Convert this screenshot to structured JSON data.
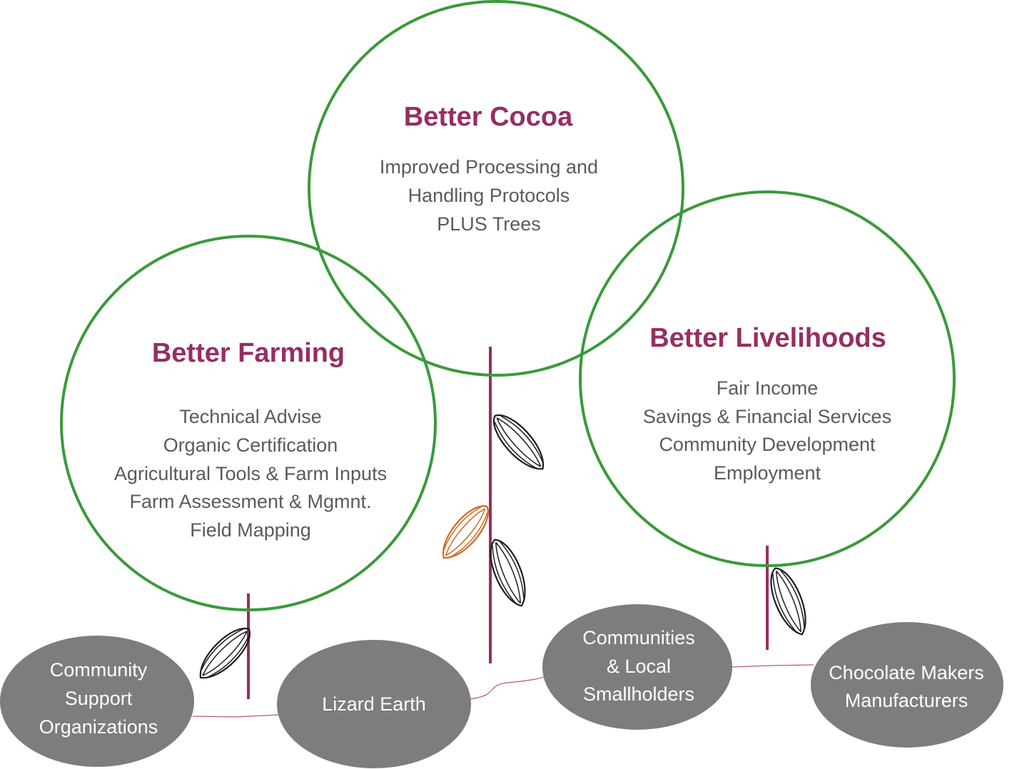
{
  "colors": {
    "circle_stroke": "#3a9a3a",
    "title": "#962e63",
    "item_text": "#5a5a5a",
    "stem": "#962e63",
    "connector": "#b45a7a",
    "node_fill": "#7d7d7d",
    "node_text": "#ffffff",
    "pod_dark": "#1e1e1e",
    "pod_orange": "#cc6a22"
  },
  "circles": {
    "cocoa": {
      "title": "Better Cocoa",
      "items": [
        "Improved Processing and",
        "Handling Protocols",
        "PLUS Trees"
      ]
    },
    "farming": {
      "title": "Better Farming",
      "items": [
        "Technical Advise",
        "Organic Certification",
        "Agricultural Tools & Farm Inputs",
        "Farm Assessment & Mgmnt.",
        "Field Mapping"
      ]
    },
    "livelihoods": {
      "title": "Better Livelihoods",
      "items": [
        "Fair Income",
        "Savings & Financial Services",
        "Community Development",
        "Employment"
      ]
    }
  },
  "nodes": {
    "community_support": {
      "lines": [
        "Community",
        "Support",
        "Organizations"
      ]
    },
    "lizard_earth": {
      "lines": [
        "Lizard Earth"
      ]
    },
    "communities": {
      "lines": [
        "Communities",
        "& Local",
        "Smallholders"
      ]
    },
    "chocolate": {
      "lines": [
        "Chocolate Makers",
        "Manufacturers"
      ]
    }
  },
  "icons": {
    "pod": "cocoa-pod-icon"
  }
}
